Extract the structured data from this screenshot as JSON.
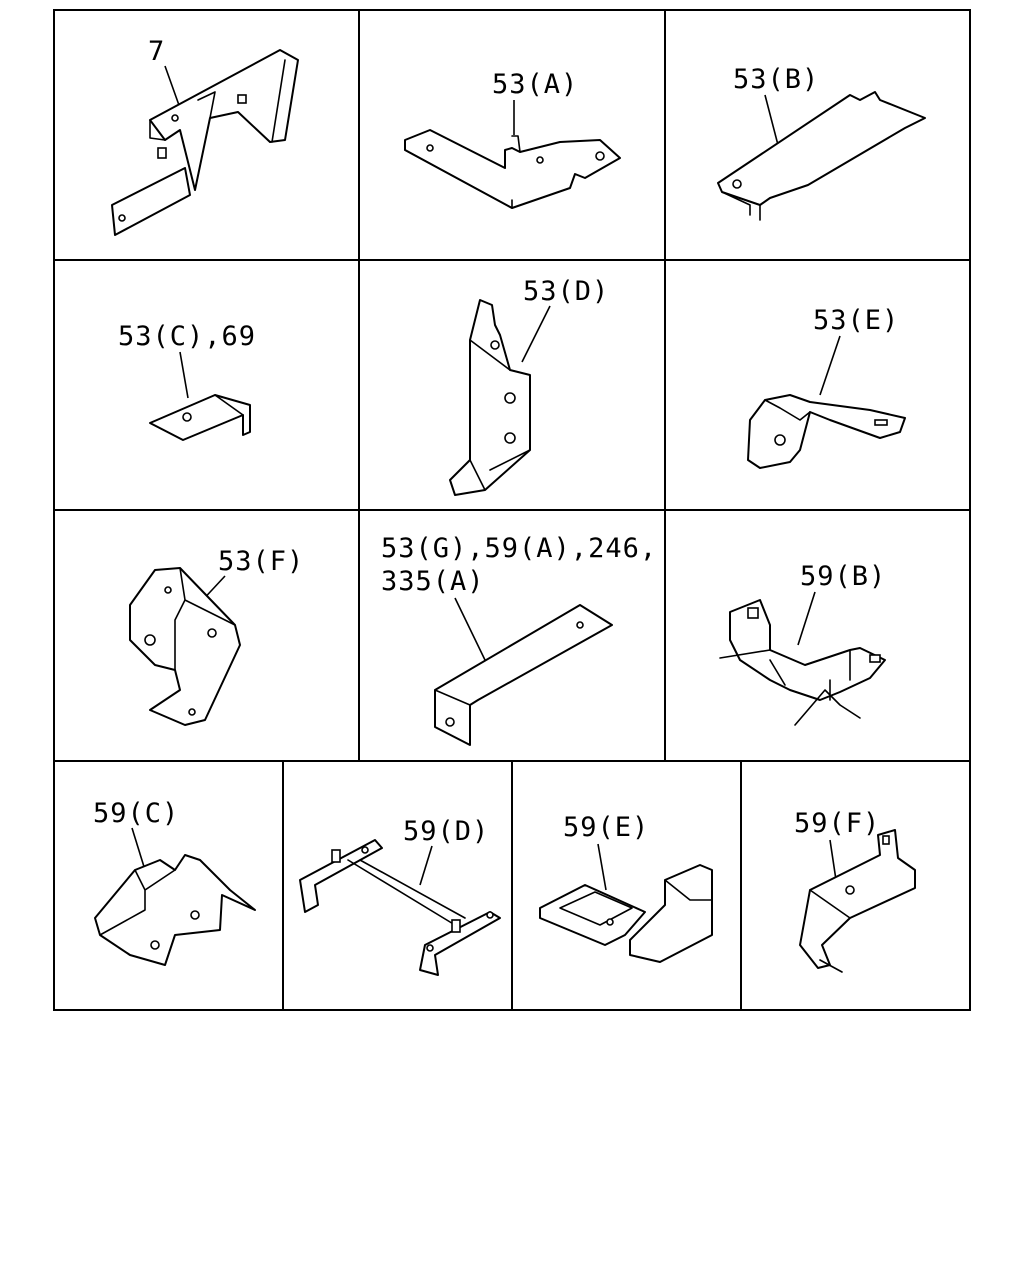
{
  "diagram": {
    "cells": [
      {
        "id": "c1",
        "label": "7"
      },
      {
        "id": "c2",
        "label": "53(A)"
      },
      {
        "id": "c3",
        "label": "53(B)"
      },
      {
        "id": "c4",
        "label": "53(C),69"
      },
      {
        "id": "c5",
        "label": "53(D)"
      },
      {
        "id": "c6",
        "label": "53(E)"
      },
      {
        "id": "c7",
        "label": "53(F)"
      },
      {
        "id": "c8",
        "label": "53(G),59(A),246,",
        "label2": "335(A)"
      },
      {
        "id": "c9",
        "label": "59(B)"
      },
      {
        "id": "c10",
        "label": "59(C)"
      },
      {
        "id": "c11",
        "label": "59(D)"
      },
      {
        "id": "c12",
        "label": "59(E)"
      },
      {
        "id": "c13",
        "label": "59(F)"
      }
    ]
  }
}
